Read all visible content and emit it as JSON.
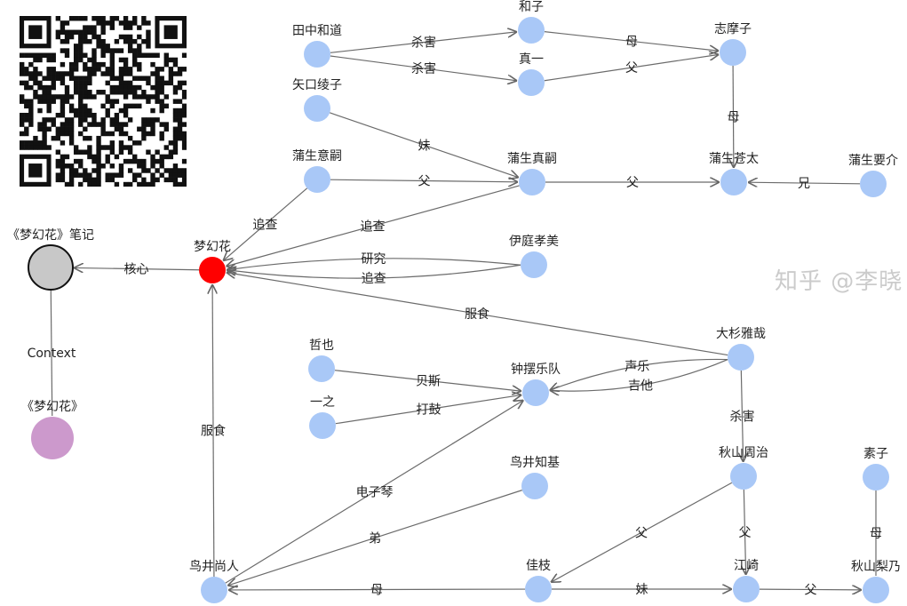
{
  "nodes": [
    {
      "id": "tanaka",
      "label": "田中和道",
      "color": "#a9c8f7"
    },
    {
      "id": "kazuko",
      "label": "和子",
      "color": "#a9c8f7"
    },
    {
      "id": "shinichi",
      "label": "真一",
      "color": "#a9c8f7"
    },
    {
      "id": "shimako",
      "label": "志摩子",
      "color": "#a9c8f7"
    },
    {
      "id": "yaguchi",
      "label": "矢口绫子",
      "color": "#a9c8f7"
    },
    {
      "id": "gamo_yi",
      "label": "蒲生意嗣",
      "color": "#a9c8f7"
    },
    {
      "id": "gamo_zhen",
      "label": "蒲生真嗣",
      "color": "#a9c8f7"
    },
    {
      "id": "gamo_sota",
      "label": "蒲生苍太",
      "color": "#a9c8f7"
    },
    {
      "id": "gamo_yosuke",
      "label": "蒲生要介",
      "color": "#a9c8f7"
    },
    {
      "id": "flower",
      "label": "梦幻花",
      "color": "#ff0000",
      "label_color": "#d62020"
    },
    {
      "id": "iba",
      "label": "伊庭孝美",
      "color": "#a9c8f7"
    },
    {
      "id": "notes",
      "label": "《梦幻花》笔记",
      "color": "#c8c8c8"
    },
    {
      "id": "book",
      "label": "《梦幻花》",
      "color": "#cc99cc"
    },
    {
      "id": "osugi",
      "label": "大杉雅哉",
      "color": "#a9c8f7"
    },
    {
      "id": "tetsuya",
      "label": "哲也",
      "color": "#a9c8f7"
    },
    {
      "id": "kazuyuki",
      "label": "一之",
      "color": "#a9c8f7"
    },
    {
      "id": "band",
      "label": "钟摆乐队",
      "color": "#a9c8f7"
    },
    {
      "id": "tomoki",
      "label": "鸟井知基",
      "color": "#a9c8f7"
    },
    {
      "id": "shuji",
      "label": "秋山周治",
      "color": "#a9c8f7"
    },
    {
      "id": "motoko",
      "label": "素子",
      "color": "#a9c8f7"
    },
    {
      "id": "naoto",
      "label": "鸟井尚人",
      "color": "#a9c8f7"
    },
    {
      "id": "yoshie",
      "label": "佳枝",
      "color": "#a9c8f7"
    },
    {
      "id": "ezaki",
      "label": "江崎",
      "color": "#a9c8f7"
    },
    {
      "id": "rino",
      "label": "秋山梨乃",
      "color": "#a9c8f7"
    }
  ],
  "edges": [
    {
      "from": "tanaka",
      "to": "kazuko",
      "label": "杀害"
    },
    {
      "from": "tanaka",
      "to": "shinichi",
      "label": "杀害"
    },
    {
      "from": "kazuko",
      "to": "shimako",
      "label": "母"
    },
    {
      "from": "shinichi",
      "to": "shimako",
      "label": "父"
    },
    {
      "from": "shimako",
      "to": "gamo_sota",
      "label": "母"
    },
    {
      "from": "yaguchi",
      "to": "gamo_zhen",
      "label": "妹"
    },
    {
      "from": "gamo_yi",
      "to": "gamo_zhen",
      "label": "父"
    },
    {
      "from": "gamo_zhen",
      "to": "gamo_sota",
      "label": "父"
    },
    {
      "from": "gamo_yosuke",
      "to": "gamo_sota",
      "label": "兄"
    },
    {
      "from": "gamo_yi",
      "to": "flower",
      "label": "追查"
    },
    {
      "from": "gamo_zhen",
      "to": "flower",
      "label": "追查"
    },
    {
      "from": "iba",
      "to": "flower",
      "label": "追查"
    },
    {
      "from": "iba",
      "to": "flower",
      "label": "研究"
    },
    {
      "from": "osugi",
      "to": "flower",
      "label": "服食"
    },
    {
      "from": "flower",
      "to": "notes",
      "label": "核心"
    },
    {
      "from": "notes",
      "to": "book",
      "label": "Context",
      "directed": false
    },
    {
      "from": "naoto",
      "to": "flower",
      "label": "服食"
    },
    {
      "from": "tetsuya",
      "to": "band",
      "label": "贝斯"
    },
    {
      "from": "kazuyuki",
      "to": "band",
      "label": "打鼓"
    },
    {
      "from": "osugi",
      "to": "band",
      "label": "吉他"
    },
    {
      "from": "osugi",
      "to": "band",
      "label": "声乐"
    },
    {
      "from": "naoto",
      "to": "band",
      "label": "电子琴"
    },
    {
      "from": "osugi",
      "to": "shuji",
      "label": "杀害"
    },
    {
      "from": "tomoki",
      "to": "naoto",
      "label": "弟"
    },
    {
      "from": "shuji",
      "to": "yoshie",
      "label": "父"
    },
    {
      "from": "shuji",
      "to": "ezaki",
      "label": "父"
    },
    {
      "from": "yoshie",
      "to": "naoto",
      "label": "母"
    },
    {
      "from": "yoshie",
      "to": "ezaki",
      "label": "妹"
    },
    {
      "from": "ezaki",
      "to": "rino",
      "label": "父"
    },
    {
      "from": "motoko",
      "to": "rino",
      "label": "母",
      "directed": false
    }
  ],
  "qr_code": {
    "icon": "qr-code"
  },
  "watermark": "知乎 @李晓"
}
